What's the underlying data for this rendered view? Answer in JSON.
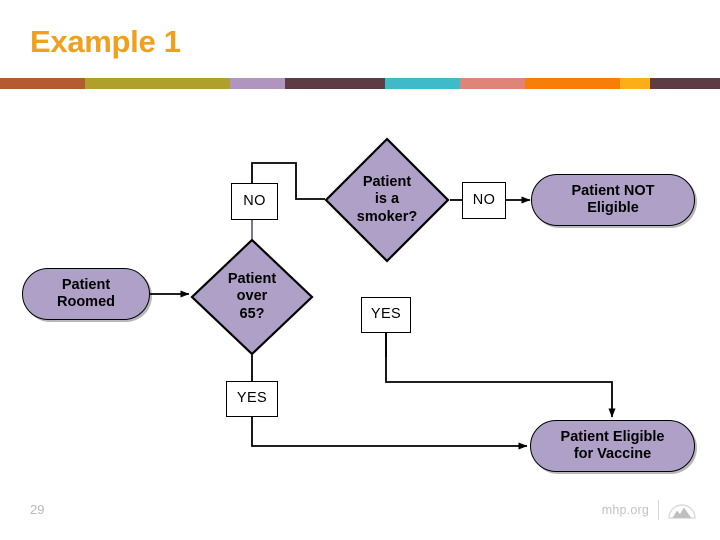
{
  "slide": {
    "title": "Example 1",
    "title_color": "#F0A01E",
    "background": "#FFFFFF"
  },
  "divider_bar": {
    "segments": [
      {
        "name": "rust",
        "color": "#B55B31",
        "width": 85
      },
      {
        "name": "olive",
        "color": "#AEA02B",
        "width": 145
      },
      {
        "name": "lilac",
        "color": "#B095BE",
        "width": 55
      },
      {
        "name": "plum",
        "color": "#5E3C43",
        "width": 100
      },
      {
        "name": "teal",
        "color": "#3EBAC9",
        "width": 75
      },
      {
        "name": "salmon",
        "color": "#DE8578",
        "width": 65
      },
      {
        "name": "orange",
        "color": "#F77F09",
        "width": 95
      },
      {
        "name": "amber",
        "color": "#FBAE17",
        "width": 30
      },
      {
        "name": "plum-end",
        "color": "#5E3C43",
        "width": 70
      }
    ]
  },
  "flowchart": {
    "shape_fill": "#AFA0C8",
    "shape_stroke": "#000000",
    "nodes": [
      {
        "id": "patient-roomed",
        "type": "terminator",
        "label": "Patient\nRoomed"
      },
      {
        "id": "patient-over-65",
        "type": "decision",
        "label": "Patient\nover\n65?"
      },
      {
        "id": "patient-is-smoker",
        "type": "decision",
        "label": "Patient\nis a\nsmoker?"
      },
      {
        "id": "patient-not-eligible",
        "type": "terminator",
        "label": "Patient NOT\nEligible"
      },
      {
        "id": "patient-eligible",
        "type": "terminator",
        "label": "Patient Eligible\nfor Vaccine"
      }
    ],
    "edge_labels": [
      {
        "id": "over65-no",
        "text": "NO",
        "from": "patient-over-65",
        "to": "patient-is-smoker"
      },
      {
        "id": "over65-yes",
        "text": "YES",
        "from": "patient-over-65",
        "to": "patient-eligible"
      },
      {
        "id": "smoker-no",
        "text": "NO",
        "from": "patient-is-smoker",
        "to": "patient-not-eligible"
      },
      {
        "id": "smoker-yes",
        "text": "YES",
        "from": "patient-is-smoker",
        "to": "patient-eligible"
      }
    ],
    "node_labels": {
      "patient_roomed_line1": "Patient",
      "patient_roomed_line2": "Roomed",
      "over65_line1": "Patient",
      "over65_line2": "over",
      "over65_line3": "65?",
      "smoker_line1": "Patient",
      "smoker_line2": "is a",
      "smoker_line3": "smoker?",
      "not_eligible_line1": "Patient NOT",
      "not_eligible_line2": "Eligible",
      "eligible_line1": "Patient Eligible",
      "eligible_line2": "for Vaccine"
    }
  },
  "footer": {
    "page_number": "29",
    "url": "mhp.org",
    "logo_name": "mountain-logo"
  }
}
